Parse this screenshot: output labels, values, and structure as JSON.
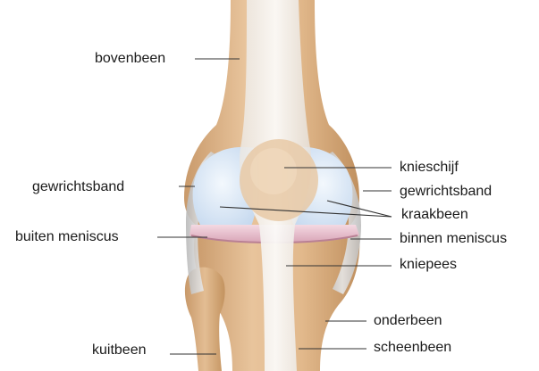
{
  "labels": {
    "bovenbeen": "bovenbeen",
    "gewrichtsband_left": "gewrichtsband",
    "buiten_meniscus": "buiten meniscus",
    "kuitbeen": "kuitbeen",
    "knieschijf": "knieschijf",
    "gewrichtsband_right": "gewrichtsband",
    "kraakbeen": "kraakbeen",
    "binnen_meniscus": "binnen meniscus",
    "kniepees": "kniepees",
    "onderbeen": "onderbeen",
    "scheenbeen": "scheenbeen"
  },
  "colors": {
    "bone": "#dcb386",
    "bone_shadow": "#c08f5e",
    "cartilage": "#dde9f7",
    "meniscus": "#ecc2d0",
    "ligament": "#d3d3d3",
    "tendon": "#efece8",
    "leader_line": "#333333"
  }
}
